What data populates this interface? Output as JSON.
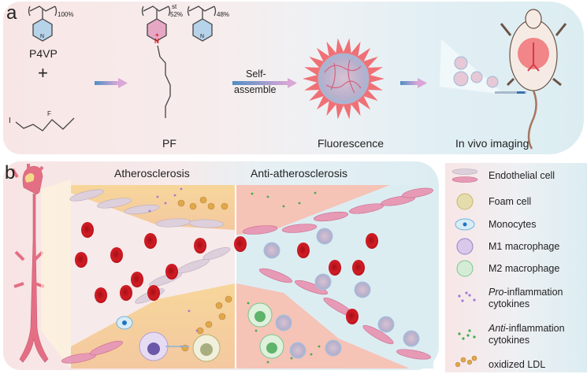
{
  "panel_a": {
    "letter": "a",
    "p4vp": {
      "subscript": "100%",
      "label": "P4VP",
      "ring_atom": "N"
    },
    "plus": "+",
    "pf": {
      "subscript_left": "52%",
      "st": "st",
      "subscript_right": "48%",
      "label": "PF",
      "cation_atom": "N",
      "charge": "+",
      "ring_atom": "N"
    },
    "reagent": {
      "iodine": "I",
      "fluorine": "F"
    },
    "step_label_line1": "Self-",
    "step_label_line2": "assemble",
    "fluorescence_label": "Fluorescence",
    "imaging_label": "In vivo imaging"
  },
  "panel_b": {
    "letter": "b",
    "left_title": "Atherosclerosis",
    "right_title": "Anti-atherosclerosis"
  },
  "legend": {
    "items": [
      {
        "icon": "endothelial-cell-icon",
        "label": "Endothelial cell"
      },
      {
        "icon": "foam-cell-icon",
        "label": "Foam cell"
      },
      {
        "icon": "monocyte-icon",
        "label": "Monocytes"
      },
      {
        "icon": "m1-macrophage-icon",
        "label": "M1 macrophage"
      },
      {
        "icon": "m2-macrophage-icon",
        "label": "M2 macrophage"
      },
      {
        "icon": "pro-cytokine-icon",
        "label_italic": "Pro",
        "label_rest": "-inflammation",
        "label_line2": "cytokines"
      },
      {
        "icon": "anti-cytokine-icon",
        "label_italic": "Anti",
        "label_rest": "-inflammation",
        "label_line2": "cytokines"
      },
      {
        "icon": "oxidized-ldl-icon",
        "label": "oxidized LDL"
      }
    ]
  },
  "colors": {
    "rbc": "#c8151d",
    "endothelial_pink": "#e79ab5",
    "endothelial_grey": "#ddd0dc",
    "ldl": "#e0a84a",
    "pro_cytokine": "#a57ad6",
    "anti_cytokine": "#3cae4a",
    "fluor_red": "#ef5a5f",
    "pyridine_blue": "#b6d3ea",
    "pyridinium_pink": "#e6a7c4"
  }
}
